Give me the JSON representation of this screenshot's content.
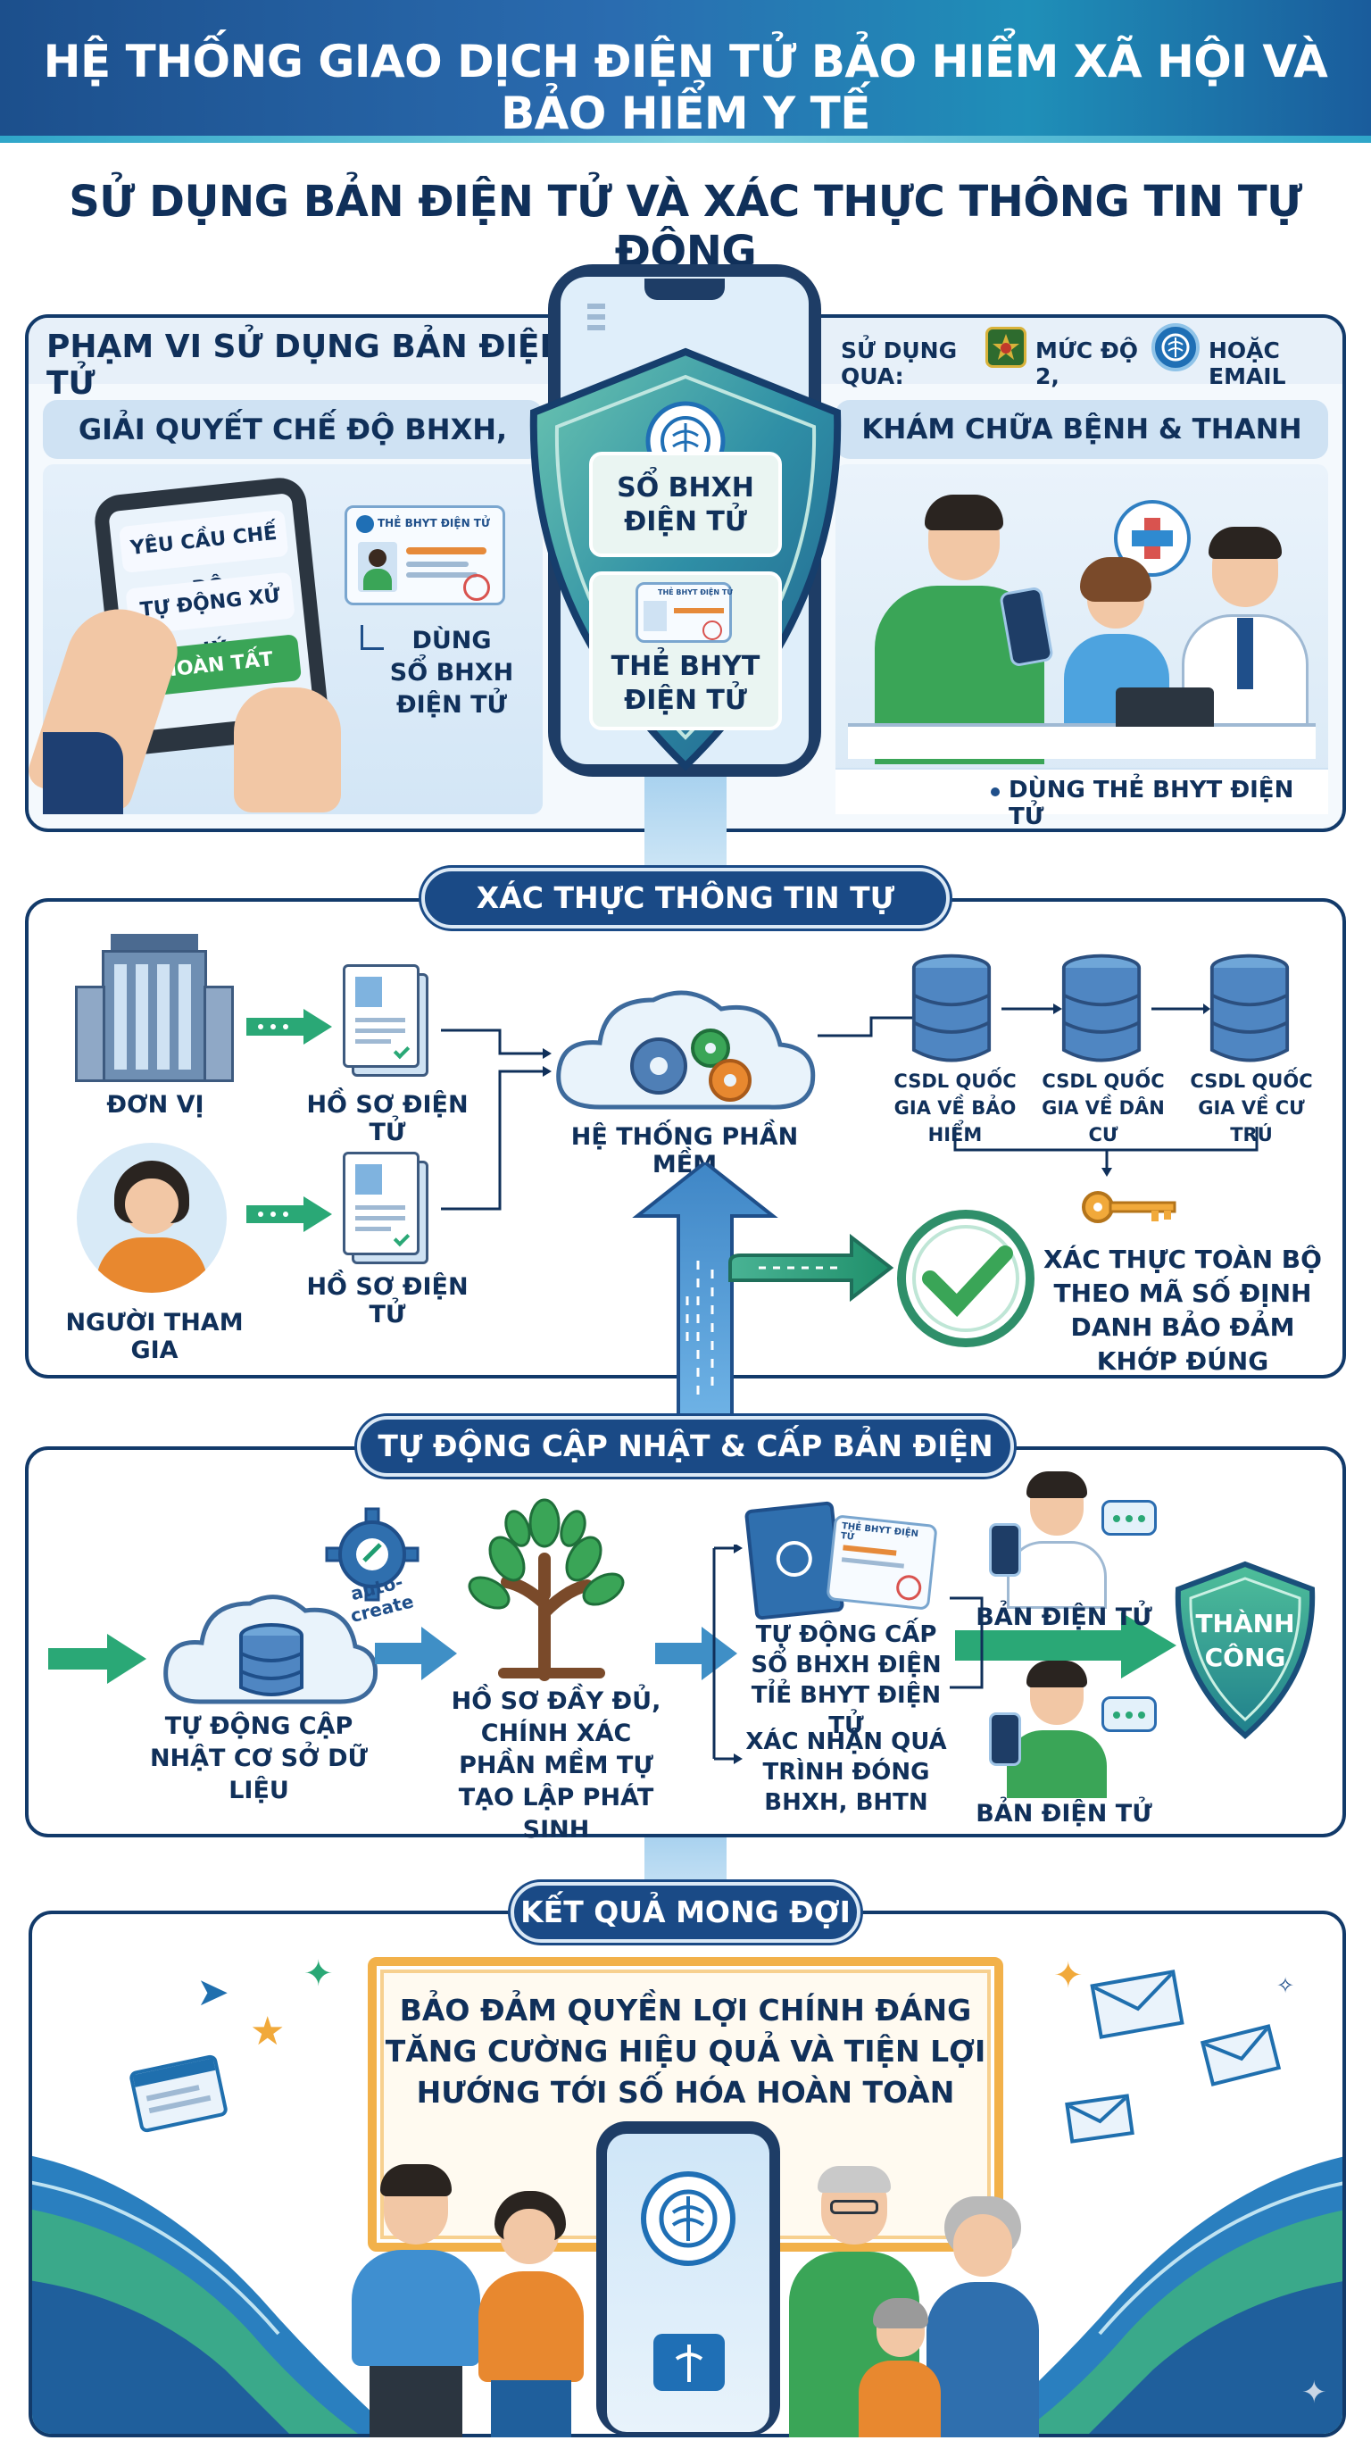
{
  "header": {
    "title": "HỆ THỐNG GIAO DỊCH ĐIỆN TỬ BẢO HIỂM XÃ HỘI VÀ BẢO HIỂM Y TẾ",
    "subtitle": "SỬ DỤNG BẢN ĐIỆN TỬ VÀ XÁC THỰC THÔNG TIN TỰ ĐỘNG"
  },
  "section1": {
    "title": "PHẠM VI SỬ DỤNG BẢN ĐIỆN TỬ",
    "usage_prefix": "SỬ DỤNG QUA:",
    "usage_level": "MỨC ĐỘ 2,",
    "usage_email": "HOẶC EMAIL",
    "left_heading": "GIẢI QUYẾT CHẾ ĐỘ BHXH, BHTN",
    "tablet_items": [
      "YÊU CẦU CHẾ ĐỘ",
      "TỰ ĐỘNG XỬ LÝ",
      "HOÀN TẤT"
    ],
    "card_label": "THẺ BHYT ĐIỆN TỬ",
    "left_caption": "DÙNG SỔ BHXH ĐIỆN TỬ",
    "shield_top": "SỔ BHXH ĐIỆN TỬ",
    "shield_bottom": "THẺ BHYT ĐIỆN TỬ",
    "shield_card_label": "THẺ BHYT ĐIỆN TỬ",
    "right_heading": "KHÁM CHỮA BỆNH & THANH TOÁN",
    "right_caption": "DÙNG THẺ BHYT ĐIỆN TỬ"
  },
  "section2": {
    "title": "XÁC THỰC THÔNG TIN TỰ ĐỘNG",
    "unit": "ĐƠN VỊ",
    "participant": "NGƯỜI THAM GIA",
    "doc1": "HỒ SƠ ĐIỆN TỬ",
    "doc2": "HỒ SƠ ĐIỆN TỬ",
    "system": "HỆ THỐNG PHẦN MỀM",
    "db1": "CSDL QUỐC GIA VỀ BẢO HIỂM",
    "db2": "CSDL QUỐC GIA VỀ DÂN CƯ",
    "db3": "CSDL QUỐC GIA VỀ CƯ TRÚ",
    "verify": "XÁC THỰC TOÀN BỘ THEO MÃ SỐ ĐỊNH DANH BẢO ĐẢM KHỚP ĐÚNG"
  },
  "section3": {
    "title": "TỰ ĐỘNG CẬP NHẬT & CẤP BẢN ĐIỆN TỬ",
    "gear_label": "auto-create",
    "update_db": "TỰ ĐỘNG CẬP NHẬT CƠ SỞ DỮ LIỆU",
    "complete": "HỒ SƠ ĐẦY ĐỦ, CHÍNH XÁC PHẦN MỀM TỰ TẠO LẬP PHÁT SINH",
    "card_label": "THẺ BHYT ĐIỆN TỬ",
    "issue": "TỰ ĐỘNG CẤP SỔ BHXH ĐIỆN TỈẺ BHYT ĐIỆN TỬ",
    "confirm": "XÁC NHẬN QUÁ TRÌNH ĐÓNG BHXH, BHTN",
    "ecopy1": "BẢN ĐIỆN TỬ",
    "ecopy2": "BẢN ĐIỆN TỬ",
    "success": "THÀNH CÔNG"
  },
  "section4": {
    "title": "KẾT QUẢ MONG ĐỢI",
    "lines": [
      "BẢO ĐẢM QUYỀN LỢI CHÍNH ĐÁNG",
      "TĂNG CƯỜNG HIỆU QUẢ VÀ TIỆN LỢI",
      "HƯỚNG TỚI SỐ HÓA HOÀN TOÀN"
    ]
  }
}
